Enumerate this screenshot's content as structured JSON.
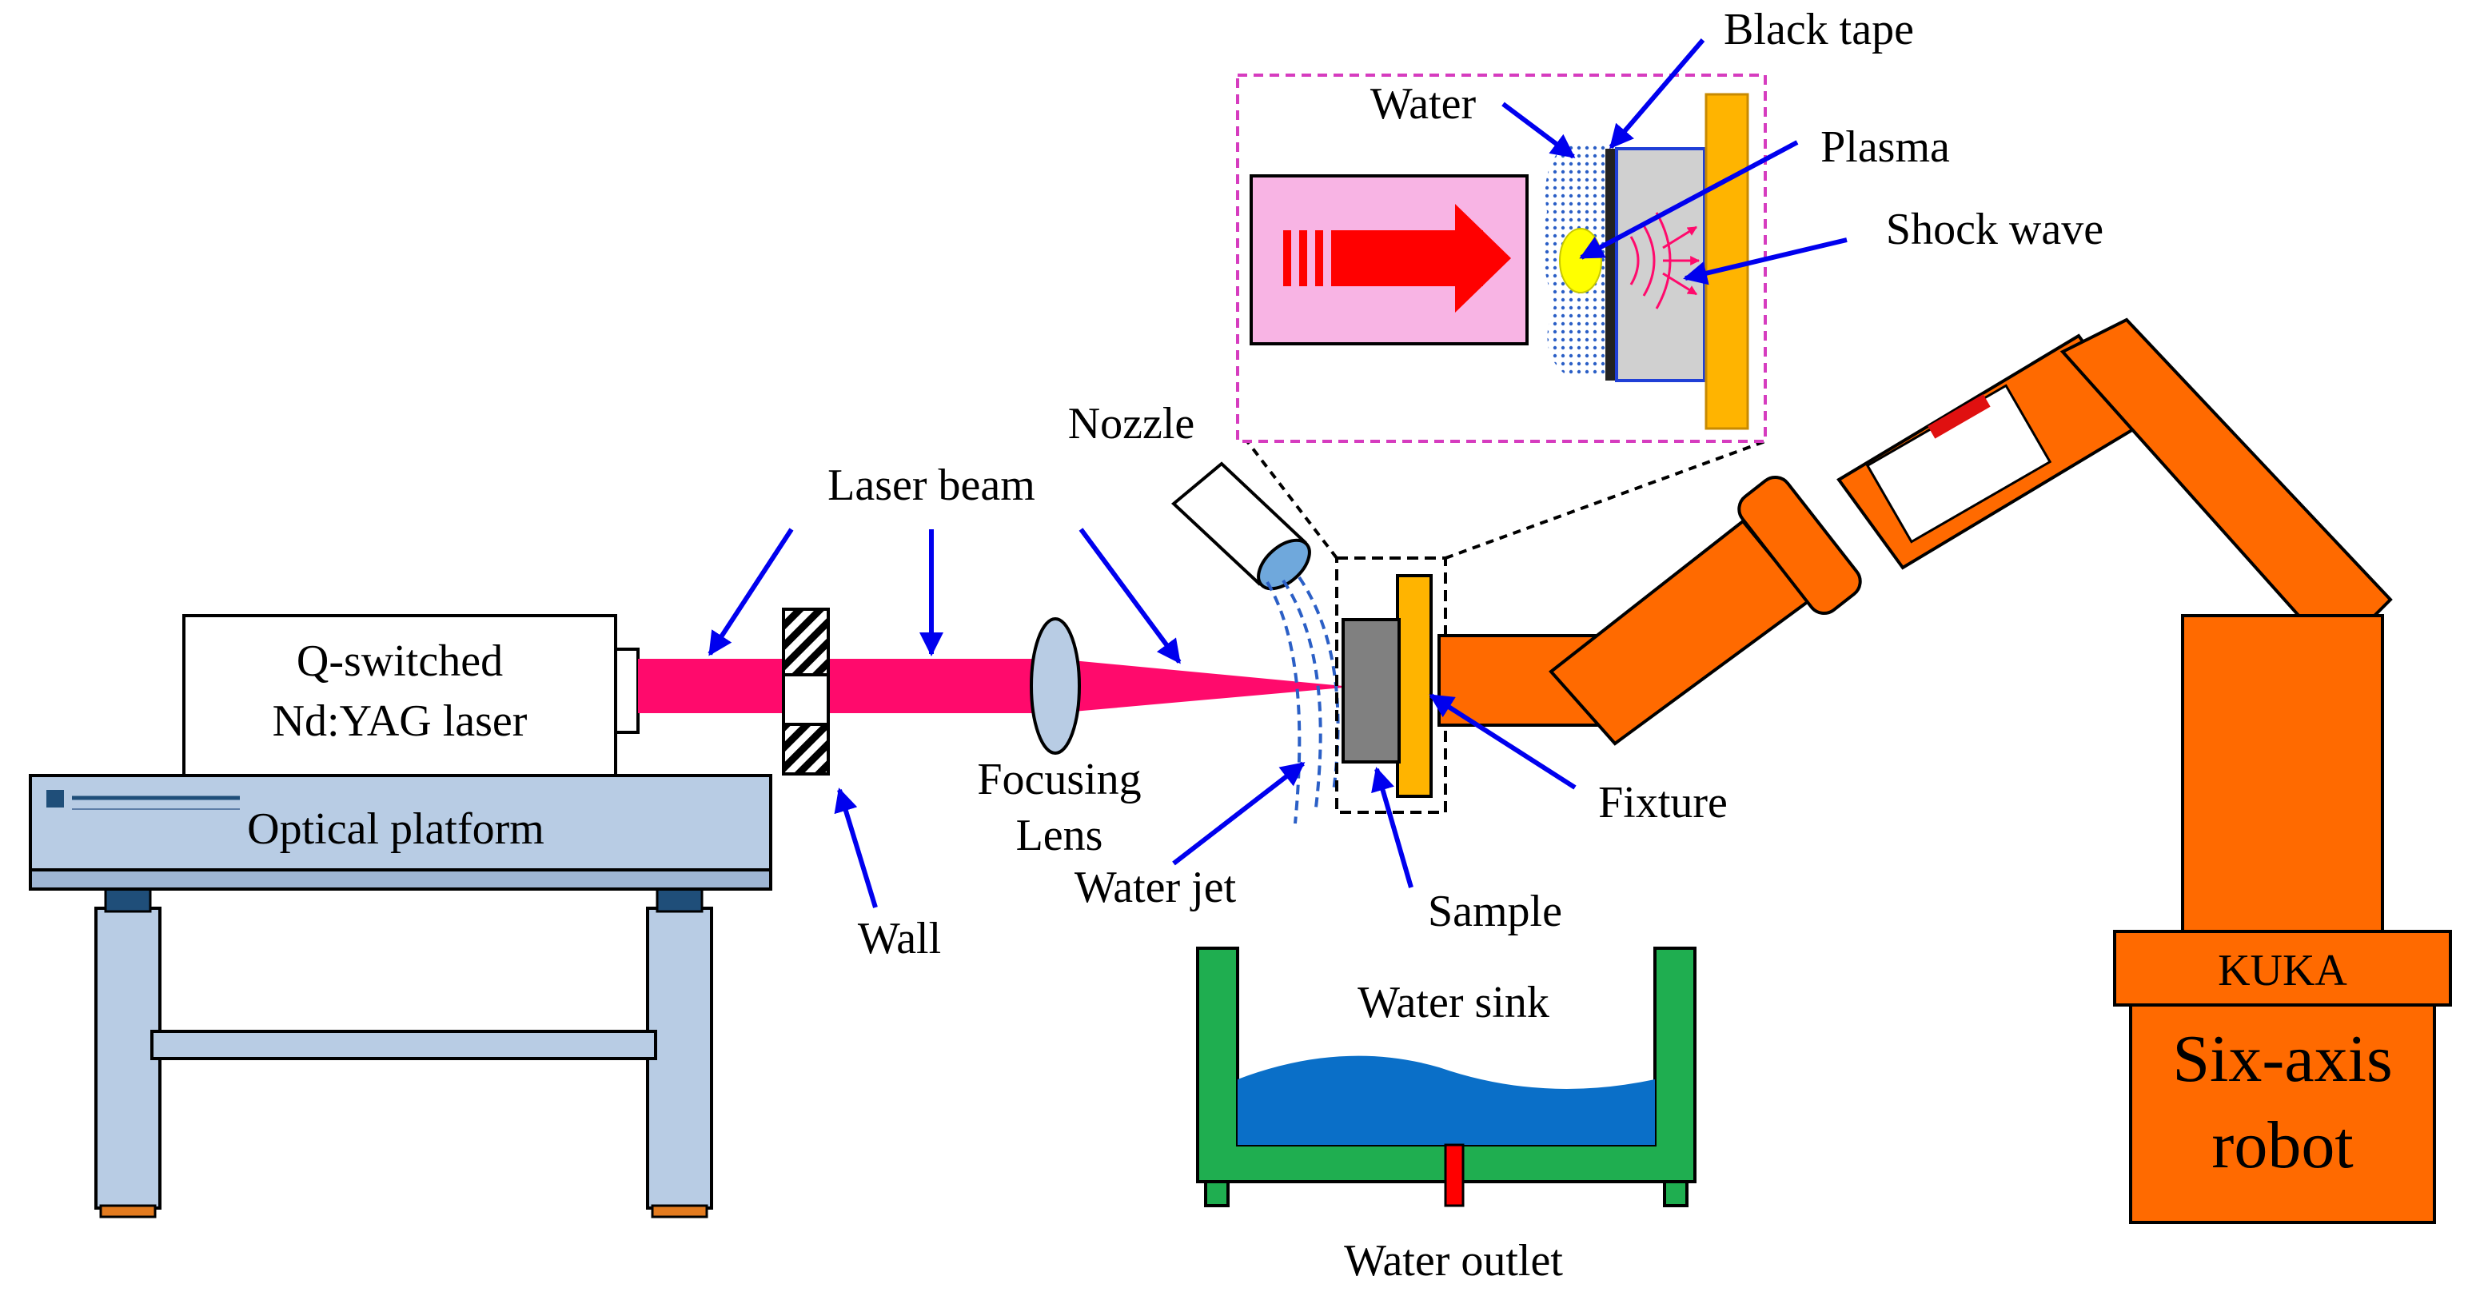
{
  "labels": {
    "laser_line1": "Q-switched",
    "laser_line2": "Nd:YAG laser",
    "optical_platform": "Optical platform",
    "laser_beam": "Laser beam",
    "wall": "Wall",
    "focusing_line1": "Focusing",
    "focusing_line2": "Lens",
    "nozzle": "Nozzle",
    "water_jet": "Water jet",
    "sample": "Sample",
    "fixture": "Fixture",
    "water_sink": "Water sink",
    "water_outlet": "Water outlet",
    "kuka": "KUKA",
    "robot_line1": "Six-axis",
    "robot_line2": "robot",
    "black_tape": "Black tape",
    "water": "Water",
    "plasma": "Plasma",
    "shock_wave": "Shock wave"
  },
  "colors": {
    "beam": "#ff0a6c",
    "robot": "#ff6a00",
    "fixture": "#ffb400",
    "table": "#b8cce4",
    "sink": "#1fae50",
    "water_fill": "#0a6fc8",
    "arrow": "#0000ee",
    "inset_border": "#d63cbf",
    "pink_box": "#f8b4e4",
    "plasma": "#ffff00",
    "outlet": "#ff0000"
  },
  "icons": {
    "logo": "institute-logo-icon",
    "warning": "warning-sticker-icon"
  }
}
